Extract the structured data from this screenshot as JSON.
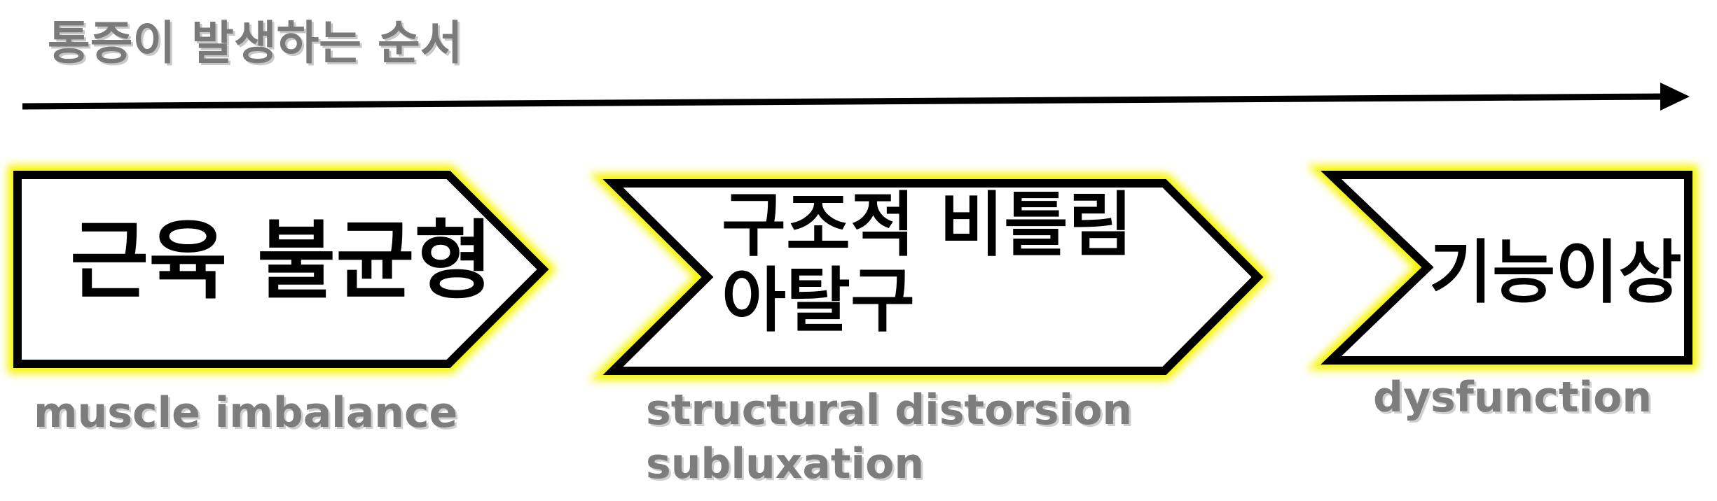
{
  "title": "통증이 발생하는 순서",
  "steps": [
    {
      "label_lines": [
        "근육 불균형"
      ],
      "english_lines": [
        "muscle imbalance"
      ]
    },
    {
      "label_lines": [
        "구조적 비틀림",
        "아탈구"
      ],
      "english_lines": [
        "structural distorsion",
        "subluxation"
      ]
    },
    {
      "label_lines": [
        "기능이상"
      ],
      "english_lines": [
        "dysfunction"
      ]
    }
  ],
  "colors": {
    "glow": "#f5f500",
    "stroke": "#000000",
    "muted_text": "#7d7d7d"
  }
}
